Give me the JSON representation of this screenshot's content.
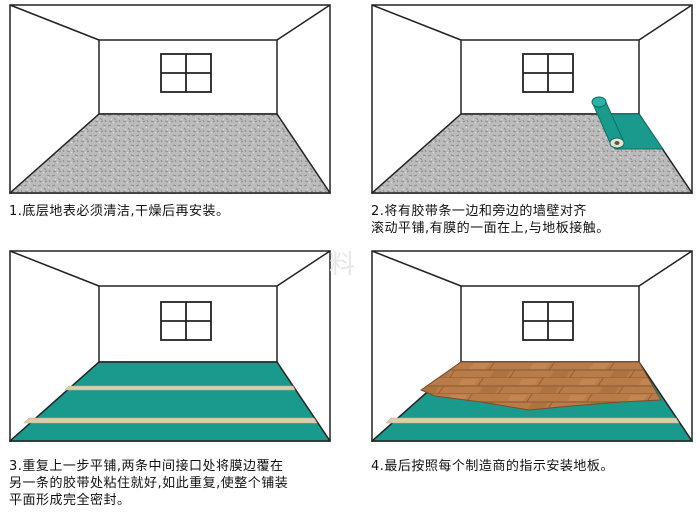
{
  "steps": [
    {
      "number": "1.",
      "lines": [
        "底层地表必须清洁,干燥后再安装。"
      ]
    },
    {
      "number": "2.",
      "lines": [
        "将有胶带条一边和旁边的墙壁对齐",
        "滚动平铺,有膜的一面在上,与地板接触。"
      ]
    },
    {
      "number": "3.",
      "lines": [
        "重复上一步平铺,两条中间接口处将膜边覆在",
        "另一条的胶带处粘住就好,如此重复,使整个铺装",
        "平面形成完全密封。"
      ]
    },
    {
      "number": "4.",
      "lines": [
        "最后按照每个制造商的指示安装地板。"
      ]
    }
  ],
  "watermark": "料",
  "colors": {
    "concrete": "#b9b9b9",
    "film": "#1a9a8c",
    "tape": "#d8cfae",
    "wood": "#b57a45",
    "line": "#222222"
  }
}
